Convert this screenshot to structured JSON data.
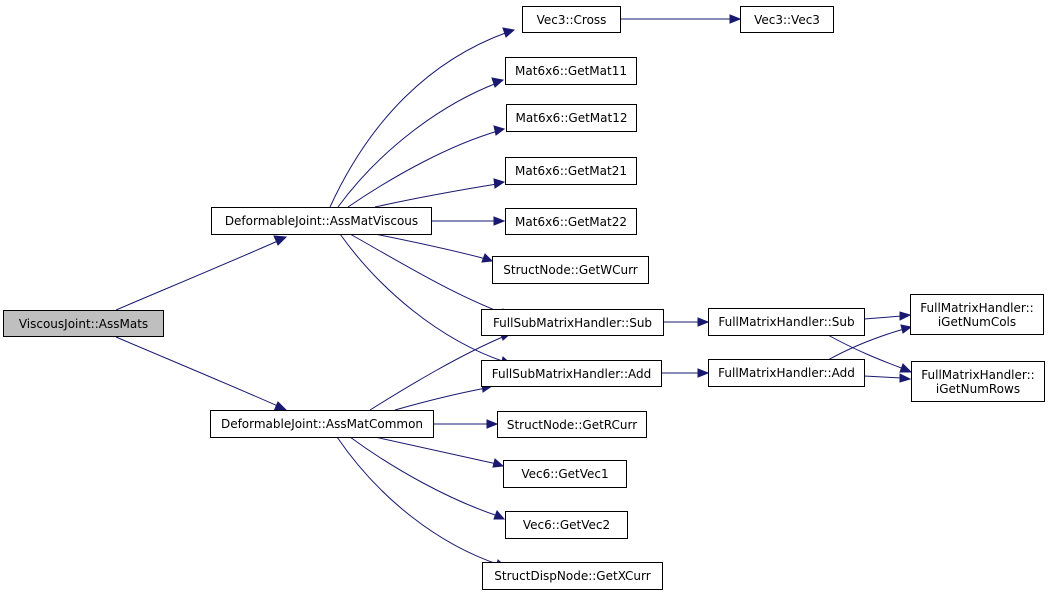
{
  "nodes": {
    "viscous_assmats": "ViscousJoint::AssMats",
    "assmat_viscous": "DeformableJoint::AssMatViscous",
    "assmat_common": "DeformableJoint::AssMatCommon",
    "vec3_cross": "Vec3::Cross",
    "vec3_vec3": "Vec3::Vec3",
    "getmat11": "Mat6x6::GetMat11",
    "getmat12": "Mat6x6::GetMat12",
    "getmat21": "Mat6x6::GetMat21",
    "getmat22": "Mat6x6::GetMat22",
    "getwcurr": "StructNode::GetWCurr",
    "fsub_sub": "FullSubMatrixHandler::Sub",
    "fsub_add": "FullSubMatrixHandler::Add",
    "fmh_sub": "FullMatrixHandler::Sub",
    "fmh_add": "FullMatrixHandler::Add",
    "igetnumcols_1": "FullMatrixHandler::",
    "igetnumcols_2": "iGetNumCols",
    "igetnumrows_1": "FullMatrixHandler::",
    "igetnumrows_2": "iGetNumRows",
    "getrcurr": "StructNode::GetRCurr",
    "getvec1": "Vec6::GetVec1",
    "getvec2": "Vec6::GetVec2",
    "getxcurr": "StructDispNode::GetXCurr"
  },
  "colors": {
    "edge": "#191970",
    "root_fill": "#bfbfbf",
    "node_fill": "#ffffff",
    "node_border": "#000000"
  }
}
